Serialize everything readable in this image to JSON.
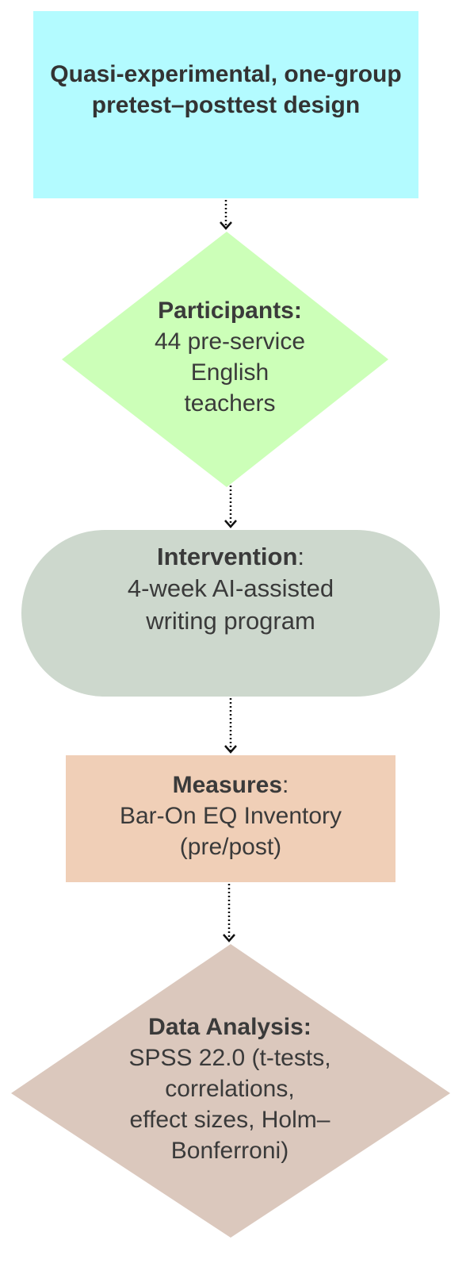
{
  "design": {
    "title": "Quasi-experimental, one-group pretest–posttest design"
  },
  "participants": {
    "label": "Participants:",
    "line1": "44 pre-service",
    "line2": "English",
    "line3": "teachers"
  },
  "intervention": {
    "label": "Intervention",
    "colon": ":",
    "line1": "4-week AI-assisted",
    "line2": "writing program"
  },
  "measures": {
    "label": "Measures",
    "colon": ":",
    "line1": "Bar-On EQ Inventory",
    "line2": "(pre/post)"
  },
  "analysis": {
    "label": "Data Analysis:",
    "line1": "SPSS 22.0 (t-tests,",
    "line2": "correlations,",
    "line3": "effect sizes, Holm–",
    "line4": "Bonferroni)"
  },
  "colors": {
    "design_fill": "#b3fbff",
    "participants_fill": "#ccffb8",
    "intervention_fill": "#cdd8cd",
    "measures_fill": "#f0cfb7",
    "analysis_fill": "#dbc8bd",
    "text": "#3a3a3a"
  }
}
